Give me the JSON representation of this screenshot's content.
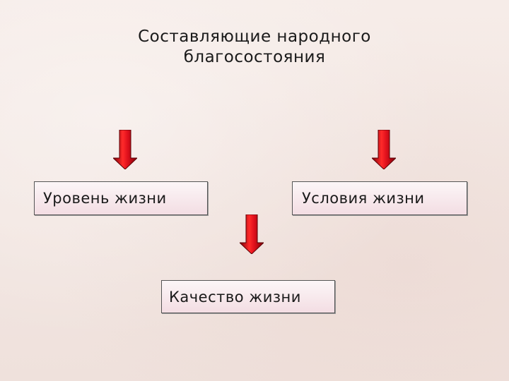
{
  "title": {
    "line1": "Составляющие народного",
    "line2": "благосостояния"
  },
  "boxes": {
    "level": "Уровень жизни",
    "conditions": "Условия жизни",
    "quality": "Качество жизни"
  },
  "colors": {
    "arrow_fill": "#d8101c",
    "arrow_dark": "#7a0008",
    "box_fill": "#f6e6ea",
    "background": "#f3e8e4"
  },
  "icons": [
    "down-arrow-icon",
    "down-arrow-icon",
    "down-arrow-icon"
  ]
}
